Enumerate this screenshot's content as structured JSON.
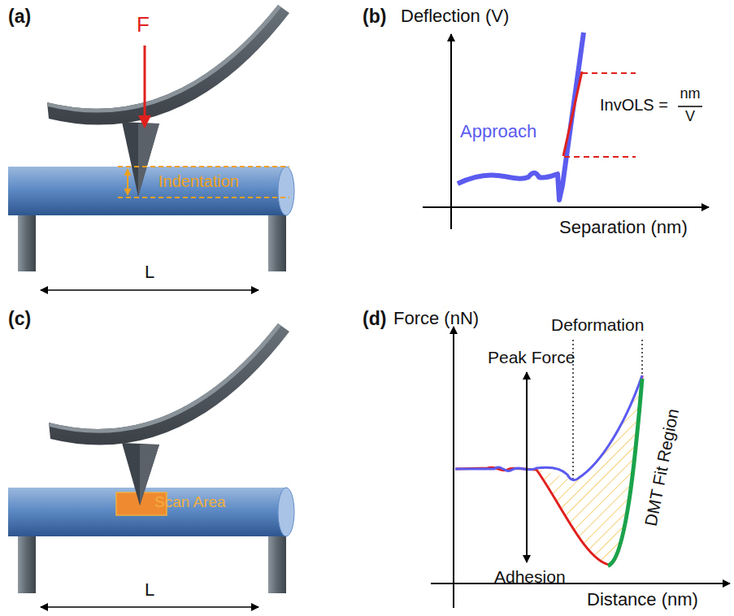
{
  "diagram": {
    "labels": [
      "(a)",
      "F",
      "Indentation",
      "L",
      "(b)",
      "Deflection (V)",
      "Approach",
      "InvOLS =",
      "nm",
      "V",
      "Separation (nm)",
      "(c)",
      "Scan Area",
      "L",
      "(d)",
      "Force (nN)",
      "Deformation",
      "Peak Force",
      "Adhesion",
      "DMT Fit Region",
      "Distance (nm)"
    ]
  }
}
